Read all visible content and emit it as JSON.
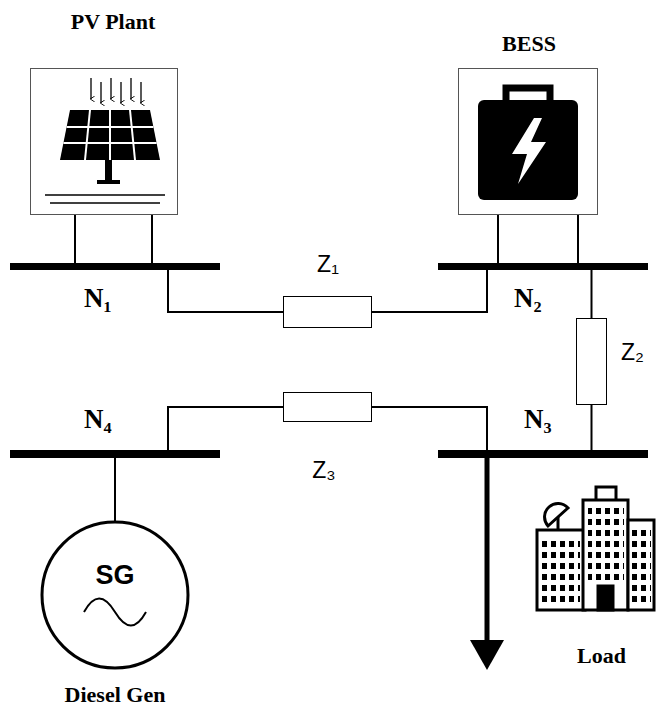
{
  "diagram": {
    "nodes": [
      {
        "text": [
          "PV Plant"
        ]
      },
      {
        "text": [
          "BESS"
        ]
      },
      {
        "text": [
          "N₁"
        ]
      },
      {
        "text": [
          "N₂"
        ]
      },
      {
        "text": [
          "N₃"
        ]
      },
      {
        "text": [
          "N₄"
        ]
      },
      {
        "text": [
          "Z₁"
        ]
      },
      {
        "text": [
          "Z₂"
        ]
      },
      {
        "text": [
          "Z₃"
        ]
      },
      {
        "text": [
          "SG",
          "Diesel Gen"
        ]
      },
      {
        "text": [
          "Load"
        ]
      }
    ],
    "edges": [
      {
        "from": 0,
        "to": 2,
        "arrow": "none"
      },
      {
        "from": 0,
        "to": 2,
        "arrow": "none"
      },
      {
        "from": 1,
        "to": 3,
        "arrow": "none"
      },
      {
        "from": 1,
        "to": 3,
        "arrow": "none"
      },
      {
        "from": 2,
        "to": 6,
        "arrow": "none"
      },
      {
        "from": 6,
        "to": 3,
        "arrow": "none"
      },
      {
        "from": 3,
        "to": 7,
        "arrow": "none"
      },
      {
        "from": 7,
        "to": 4,
        "arrow": "none"
      },
      {
        "from": 5,
        "to": 8,
        "arrow": "none"
      },
      {
        "from": 8,
        "to": 4,
        "arrow": "none"
      },
      {
        "from": 5,
        "to": 9,
        "arrow": "none"
      },
      {
        "from": 4,
        "to": 10,
        "arrow": "to"
      }
    ]
  }
}
